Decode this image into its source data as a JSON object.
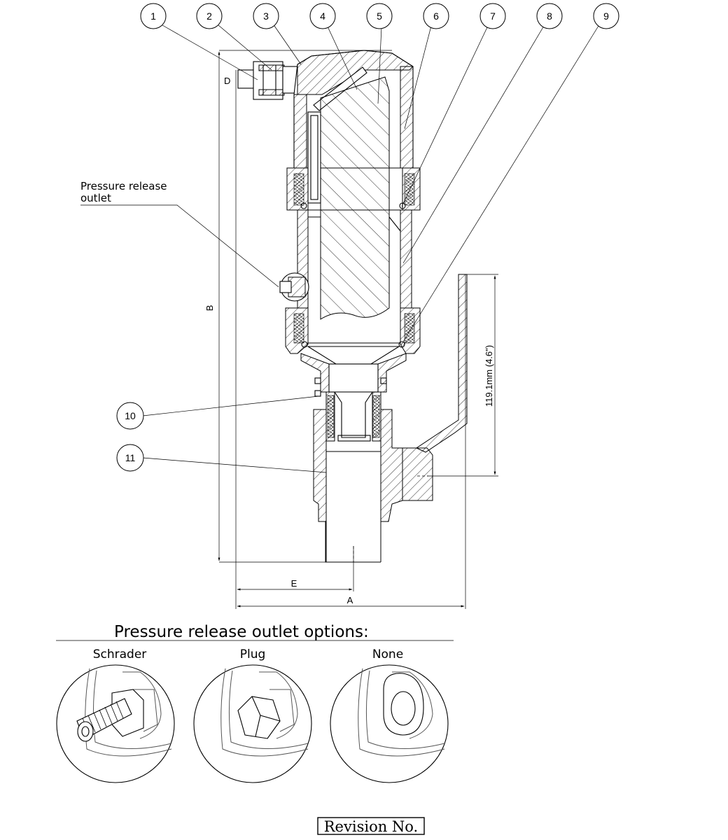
{
  "balloons": [
    {
      "id": "1"
    },
    {
      "id": "2"
    },
    {
      "id": "3"
    },
    {
      "id": "4"
    },
    {
      "id": "5"
    },
    {
      "id": "6"
    },
    {
      "id": "7"
    },
    {
      "id": "8"
    },
    {
      "id": "9"
    },
    {
      "id": "10"
    },
    {
      "id": "11"
    }
  ],
  "labels": {
    "pressure_release_line1": "Pressure release",
    "pressure_release_line2": "outlet"
  },
  "dimensions": {
    "a": "A",
    "b": "B",
    "d": "D",
    "e": "E",
    "handle_height": "119.1mm (4.6\")"
  },
  "options": {
    "title": "Pressure release outlet options:",
    "items": [
      {
        "label": "Schrader"
      },
      {
        "label": "Plug"
      },
      {
        "label": "None"
      }
    ]
  },
  "revision": {
    "label": "Revision No."
  }
}
